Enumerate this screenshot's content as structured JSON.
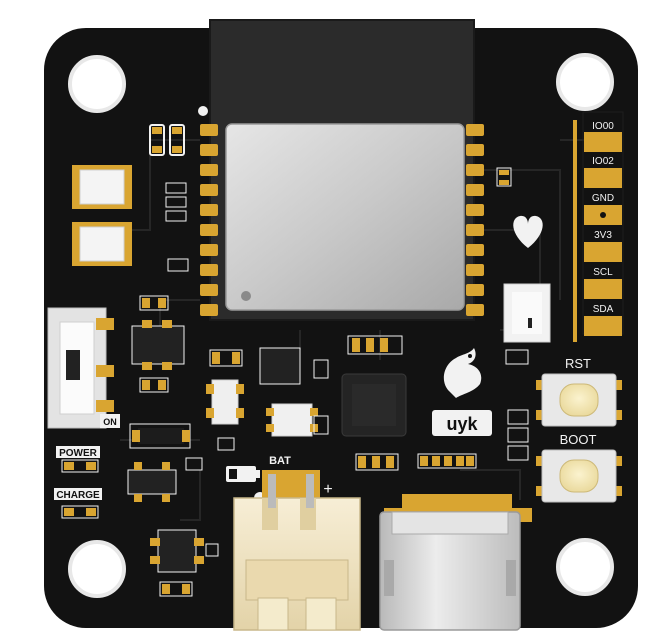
{
  "board": {
    "colors": {
      "pcb": "#121212",
      "pad": "#d9a531",
      "silk": "#f2f2f2",
      "module": "#2a2a2a",
      "shield": "#cfcfcf",
      "connector": "#f1e6c8",
      "usb": "#d8d8d8",
      "button": "#f3e6b3"
    },
    "labels": {
      "io00": "IO00",
      "io02": "IO02",
      "gnd": "GND",
      "v33": "3V3",
      "scl": "SCL",
      "sda": "SDA",
      "rst": "RST",
      "boot": "BOOT",
      "on": "ON",
      "power": "POWER",
      "charge": "CHARGE",
      "bat": "BAT",
      "plus": "+",
      "logo": "uyk"
    },
    "icons": {
      "heart": "heart-icon",
      "dragon": "dragon-logo"
    }
  }
}
